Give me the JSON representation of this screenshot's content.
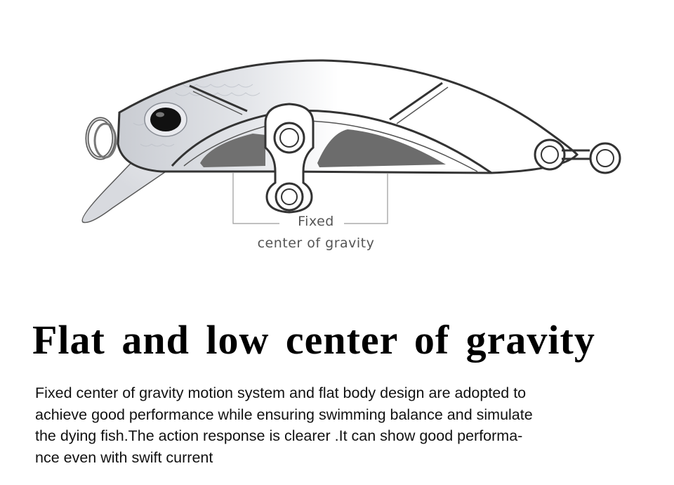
{
  "callout": {
    "line1": "Fixed",
    "line2": "center of gravity"
  },
  "headline": "Flat and low center of gravity",
  "description": {
    "lines": [
      "Fixed center of gravity motion system and flat body design are adopted to",
      "achieve good performance while ensuring swimming balance and simulate",
      "the dying fish.The action response is clearer .It can show good performa-",
      "nce even with swift current"
    ]
  },
  "colors": {
    "outline": "#3a3a3a",
    "weight_chamber": "#6e6e6e",
    "callout_text": "#555555",
    "headline": "#000000"
  }
}
